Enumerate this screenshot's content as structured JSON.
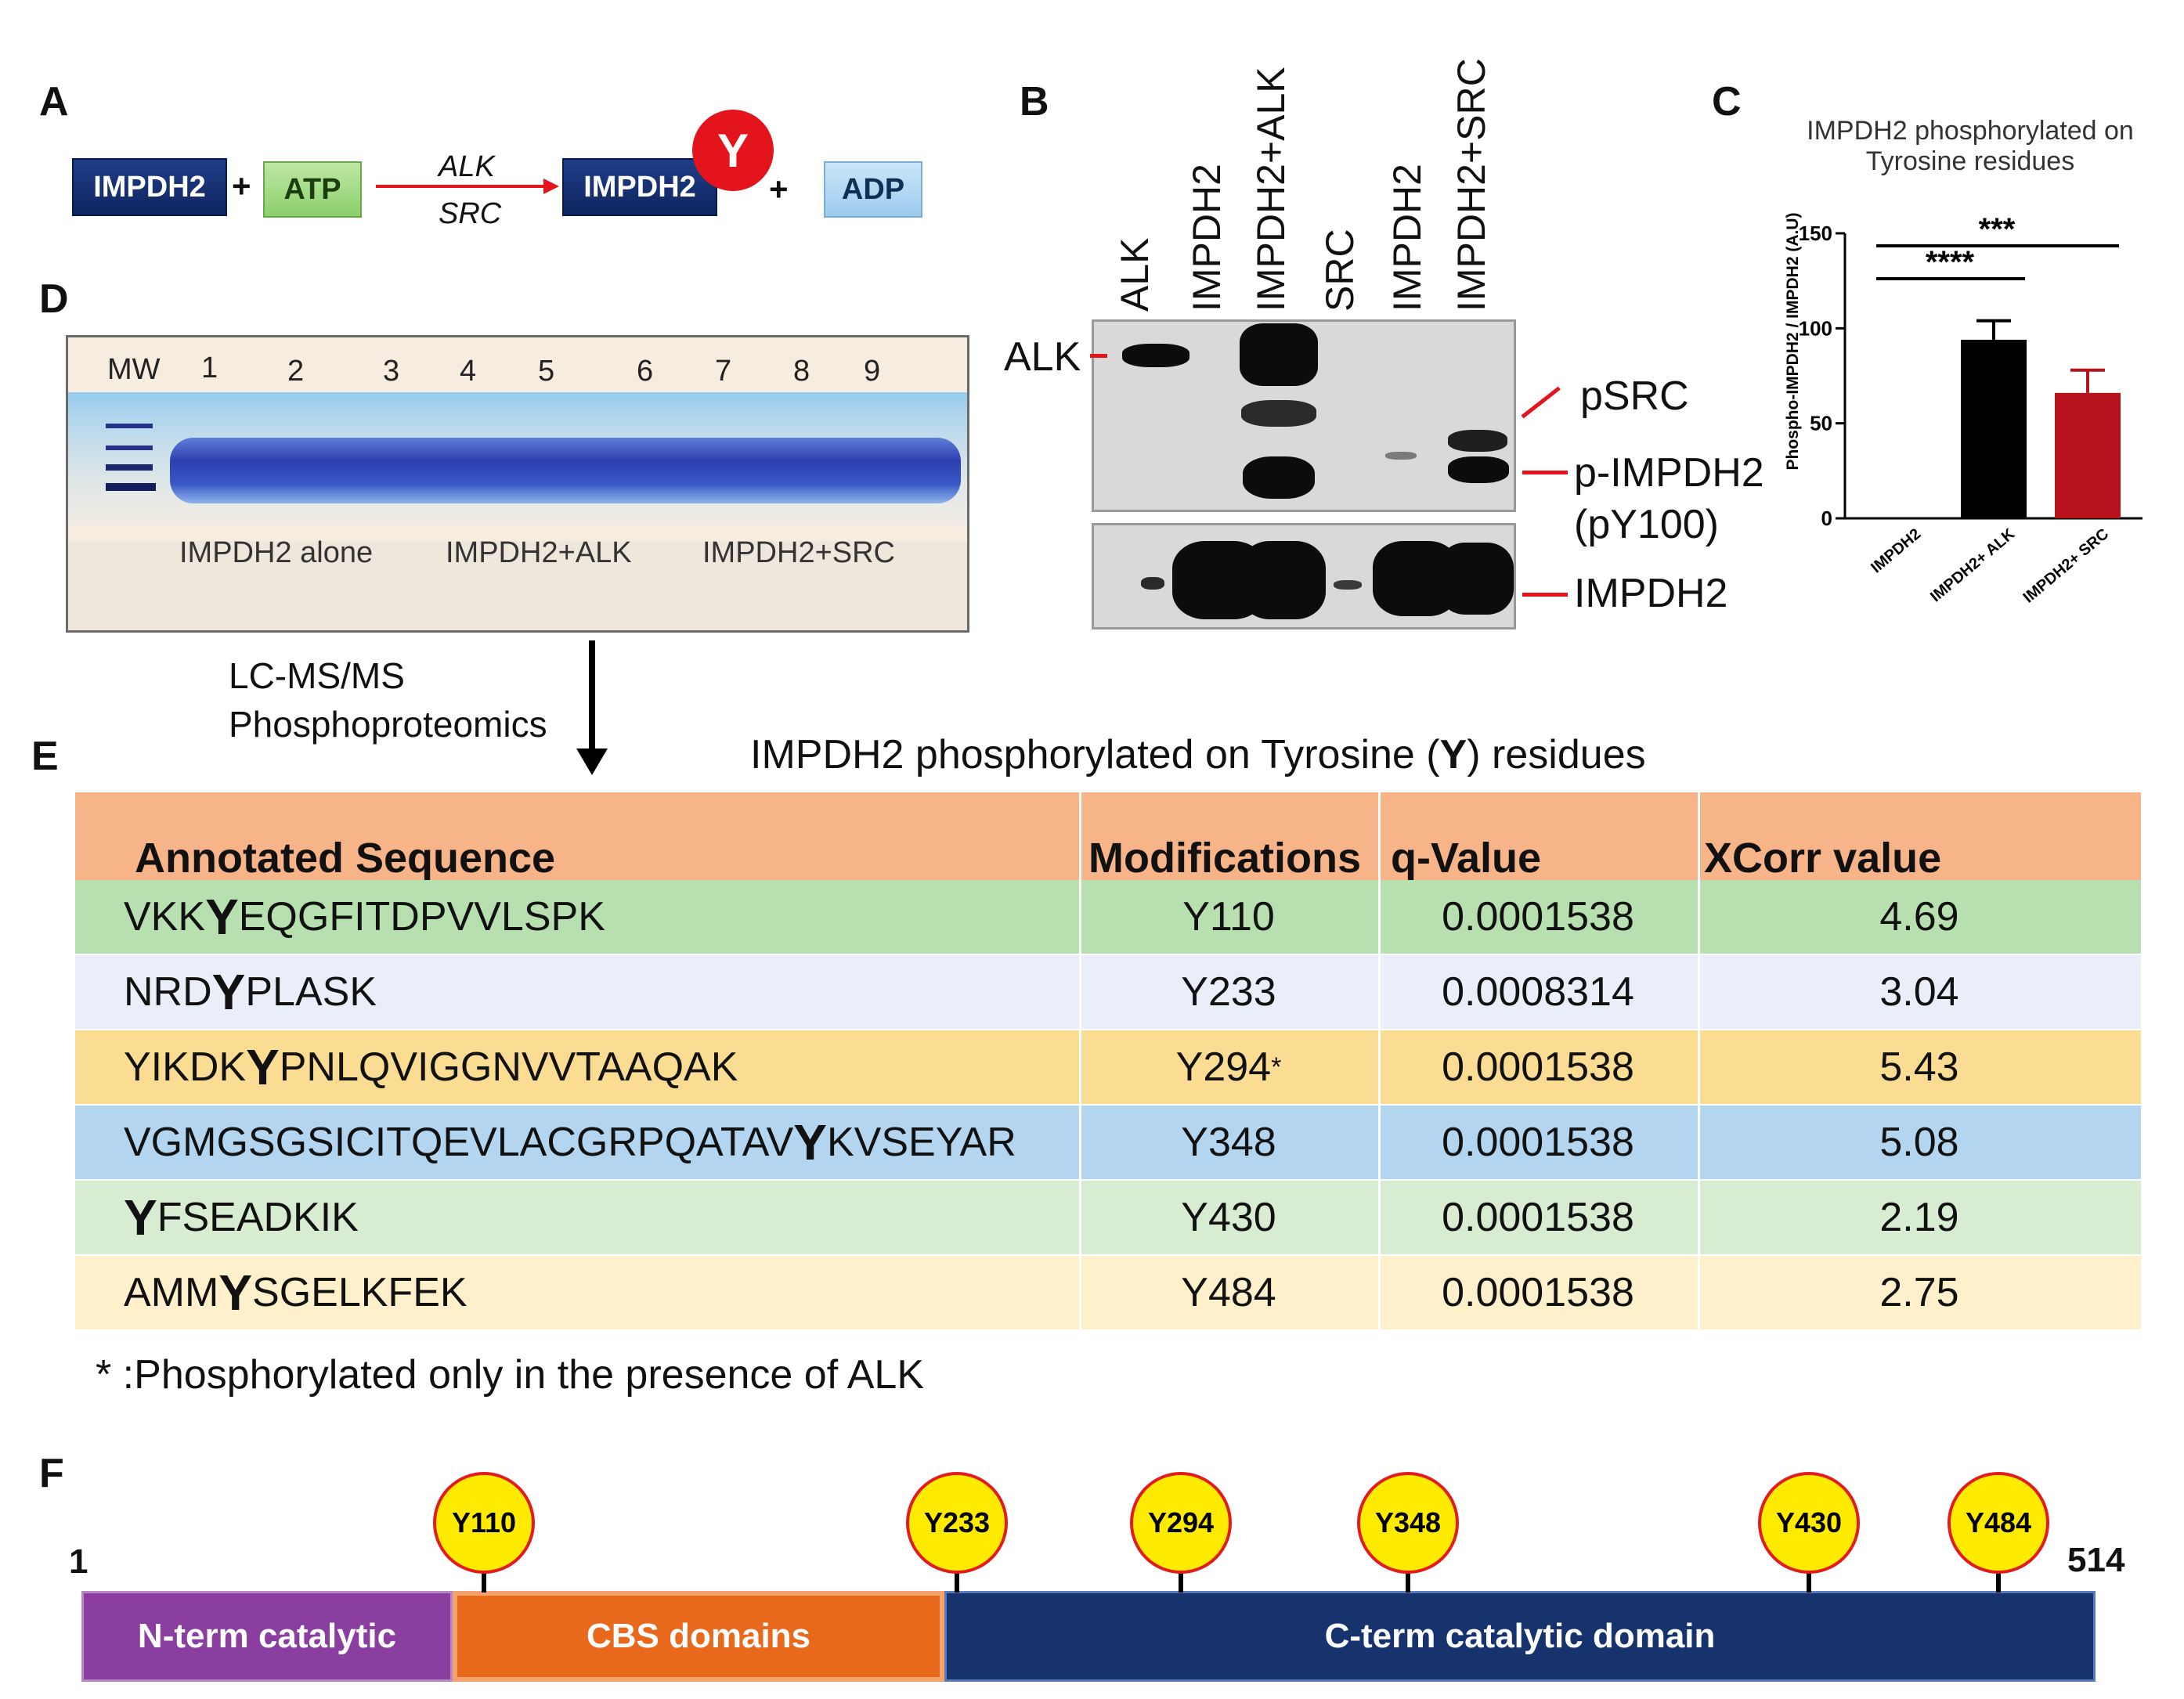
{
  "panel_labels": {
    "a": "A",
    "b": "B",
    "c": "C",
    "d": "D",
    "e": "E",
    "f": "F"
  },
  "panel_a": {
    "substrate": "IMPDH2",
    "atp": "ATP",
    "kinase_top": "ALK",
    "kinase_bottom": "SRC",
    "product": "IMPDH2",
    "phospho": "Y",
    "adp": "ADP",
    "plus": "+"
  },
  "panel_d": {
    "mw": "MW",
    "lanes": [
      "1",
      "2",
      "3",
      "4",
      "5",
      "6",
      "7",
      "8",
      "9"
    ],
    "conditions": [
      "IMPDH2 alone",
      "IMPDH2+ALK",
      "IMPDH2+SRC"
    ],
    "method_line1": "LC-MS/MS",
    "method_line2": "Phosphoproteomics"
  },
  "panel_b": {
    "lanes": [
      "ALK",
      "IMPDH2",
      "IMPDH2+ALK",
      "SRC",
      "IMPDH2",
      "IMPDH2+SRC"
    ],
    "left_label": "ALK",
    "right_labels": [
      "pSRC",
      "p-IMPDH2",
      "(pY100)",
      "IMPDH2"
    ]
  },
  "panel_c": {
    "chart_data": {
      "type": "bar",
      "title": "IMPDH2 phosphorylated on Tyrosine residues",
      "ylabel": "Phospho-IMPDH2 / IMPDH2 (A.U)",
      "xlabel": "",
      "categories": [
        "IMPDH2",
        "IMPDH2+ ALK",
        "IMPDH2+ SRC"
      ],
      "values": [
        0,
        94,
        66
      ],
      "errors": [
        0,
        10,
        12
      ],
      "colors": [
        "#000000",
        "#000000",
        "#b5121b"
      ],
      "ylim": [
        0,
        150
      ],
      "yticks": [
        "0",
        "50",
        "100",
        "150"
      ],
      "significance": [
        {
          "from": 0,
          "to": 1,
          "label": "****"
        },
        {
          "from": 0,
          "to": 2,
          "label": "***"
        }
      ],
      "grid": false
    }
  },
  "panel_e": {
    "title_before": "IMPDH2 phosphorylated on Tyrosine (",
    "title_bold": "Y",
    "title_after": ") residues",
    "headers": [
      "Annotated Sequence",
      "Modifications",
      "q-Value",
      "XCorr value"
    ],
    "header_color": "#f8b489",
    "rows": [
      {
        "pre": "VKK",
        "y": "Y",
        "post": "EQGFITDPVVLSPK",
        "mod": "Y110",
        "sup": "",
        "q": "0.0001538",
        "xcorr": "4.69",
        "color": "#b7dfb0"
      },
      {
        "pre": "NRD",
        "y": "Y",
        "post": "PLASK",
        "mod": "Y233",
        "sup": "",
        "q": "0.0008314",
        "xcorr": "3.04",
        "color": "#e9eef8"
      },
      {
        "pre": "YIKDK",
        "y": "Y",
        "post": "PNLQVIGGNVVTAAQAK",
        "mod": "Y294",
        "sup": "*",
        "q": "0.0001538",
        "xcorr": "5.43",
        "color": "#fbdc93"
      },
      {
        "pre": "VGMGSGSICITQEVLACGRPQATAV",
        "y": "Y",
        "post": "KVSEYAR",
        "mod": "Y348",
        "sup": "",
        "q": "0.0001538",
        "xcorr": "5.08",
        "color": "#b4d5ef"
      },
      {
        "pre": "",
        "y": "Y",
        "post": "FSEADKIK",
        "mod": "Y430",
        "sup": "",
        "q": "0.0001538",
        "xcorr": "2.19",
        "color": "#d8ecd2"
      },
      {
        "pre": "AMM",
        "y": "Y",
        "post": "SGELKFEK",
        "mod": "Y484",
        "sup": "",
        "q": "0.0001538",
        "xcorr": "2.75",
        "color": "#fdf0cb"
      }
    ],
    "footnote": "* :Phosphorylated only in the presence of ALK"
  },
  "panel_f": {
    "start": "1",
    "end": "514",
    "domains": [
      {
        "label": "N-term catalytic",
        "color": "#8a3fa0"
      },
      {
        "label": "CBS domains",
        "color": "#e8691c"
      },
      {
        "label": "C-term catalytic domain",
        "color": "#17336e"
      }
    ],
    "sites": [
      "Y110",
      "Y233",
      "Y294",
      "Y348",
      "Y430",
      "Y484"
    ]
  }
}
